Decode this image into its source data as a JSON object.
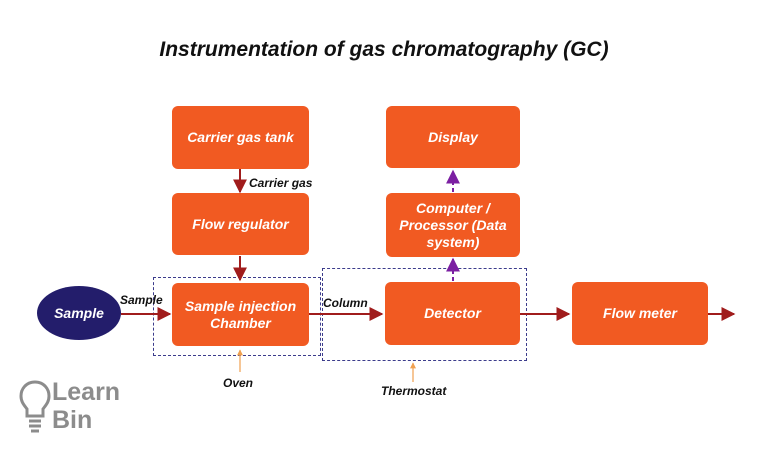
{
  "title": "Instrumentation of gas chromatography (GC)",
  "nodes": {
    "sample": "Sample",
    "carrier_gas_tank": "Carrier gas tank",
    "flow_regulator": "Flow regulator",
    "injection_chamber": "Sample injection Chamber",
    "detector": "Detector",
    "computer": "Computer / Processor (Data system)",
    "display": "Display",
    "flow_meter": "Flow meter"
  },
  "labels": {
    "carrier_gas": "Carrier gas",
    "sample": "Sample",
    "column": "Column",
    "oven": "Oven",
    "thermostat": "Thermostat"
  },
  "logo": {
    "line1": "Learn",
    "line2": "Bin"
  },
  "colors": {
    "box": "#f15a22",
    "sample_ellipse": "#231d6b",
    "arrow": "#a01c1c",
    "data_arrow": "#7b1fa2",
    "heat_arrow": "#f0a050",
    "dashed_border": "#3c3c8c"
  }
}
